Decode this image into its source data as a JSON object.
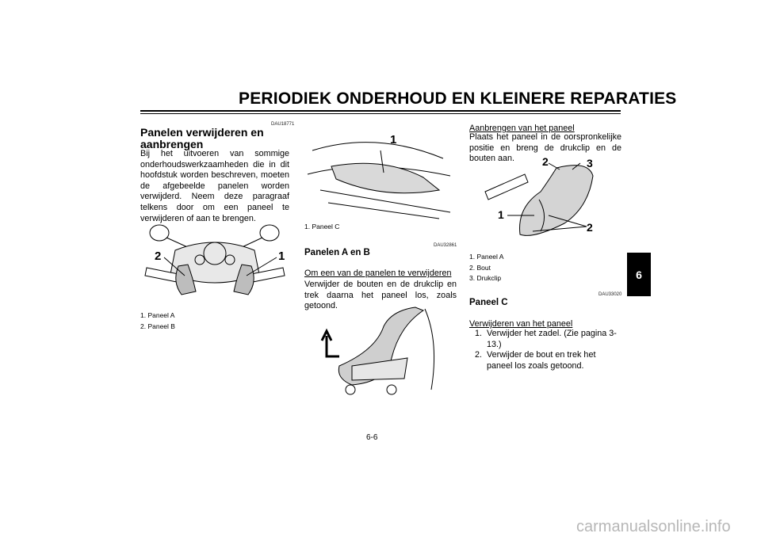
{
  "header": {
    "title": "PERIODIEK ONDERHOUD EN KLEINERE REPARATIES"
  },
  "chapter_tab": "6",
  "page_number": "6-6",
  "col1": {
    "code": "DAU18771",
    "heading": "Panelen verwijderen en aanbrengen",
    "body": "Bij het uitvoeren van sommige onderhoudswerkzaamheden die in dit hoofdstuk worden beschreven, moeten de afgebeelde panelen worden verwijderd. Neem deze paragraaf telkens door om een paneel te verwijderen of aan te brengen.",
    "fig_labels": [
      "2",
      "1"
    ],
    "captions": [
      "1. Paneel A",
      "2. Paneel B"
    ]
  },
  "col2": {
    "fig1_label": "1",
    "fig1_caption": "1. Paneel C",
    "code": "DAU32861",
    "heading": "Panelen A en B",
    "sub": "Om een van de panelen te verwijderen",
    "body": "Verwijder de bouten en de drukclip en trek daarna het paneel los, zoals getoond."
  },
  "col3": {
    "sub": "Aanbrengen van het paneel",
    "body": "Plaats het paneel in de oorspronkelijke positie en breng de drukclip en de bouten aan.",
    "fig_labels": [
      "2",
      "3",
      "1",
      "2"
    ],
    "captions": [
      "1. Paneel A",
      "2. Bout",
      "3. Drukclip"
    ],
    "code": "DAU33020",
    "heading": "Paneel C",
    "sub2": "Verwijderen van het paneel",
    "steps": [
      {
        "n": "1.",
        "text": "Verwijder het zadel. (Zie pagina 3-13.)"
      },
      {
        "n": "2.",
        "text": "Verwijder de bout en trek het paneel los zoals getoond."
      }
    ]
  },
  "footer": {
    "watermark": "carmanualsonline.info"
  }
}
